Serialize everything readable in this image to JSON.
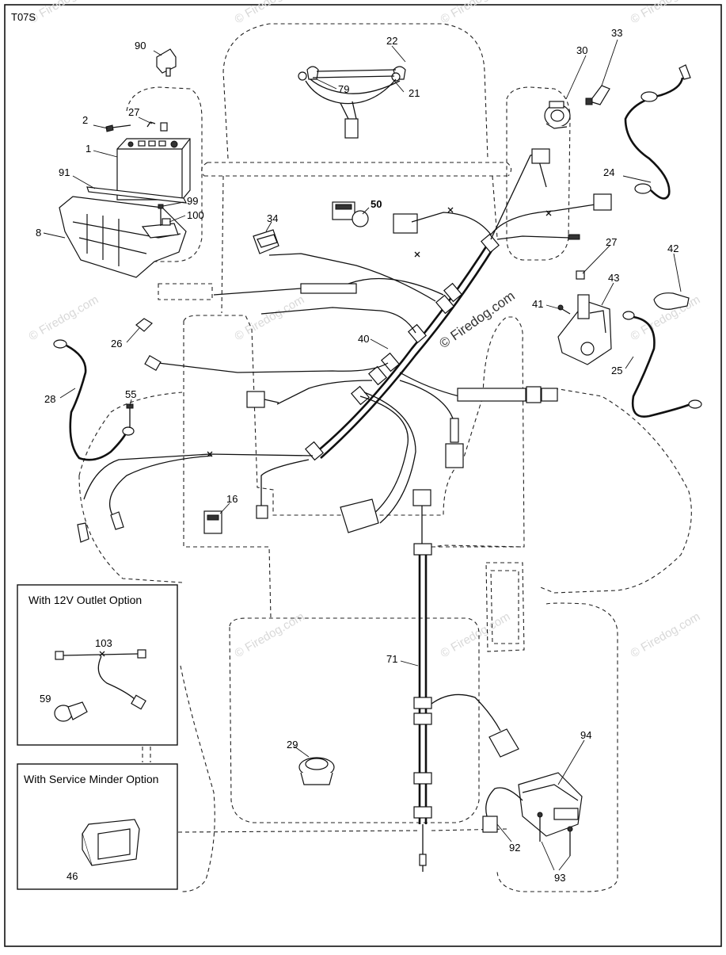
{
  "diagram_code": "T07S",
  "callouts": [
    {
      "id": "c90",
      "label": "90"
    },
    {
      "id": "c22",
      "label": "22"
    },
    {
      "id": "c30",
      "label": "30"
    },
    {
      "id": "c33",
      "label": "33"
    },
    {
      "id": "c27a",
      "label": "27"
    },
    {
      "id": "c2",
      "label": "2"
    },
    {
      "id": "c79",
      "label": "79"
    },
    {
      "id": "c21",
      "label": "21"
    },
    {
      "id": "c1",
      "label": "1"
    },
    {
      "id": "c91",
      "label": "91"
    },
    {
      "id": "c24",
      "label": "24"
    },
    {
      "id": "c99",
      "label": "99"
    },
    {
      "id": "c100",
      "label": "100"
    },
    {
      "id": "c50",
      "label": "50"
    },
    {
      "id": "c34",
      "label": "34"
    },
    {
      "id": "c8",
      "label": "8"
    },
    {
      "id": "c27b",
      "label": "27"
    },
    {
      "id": "c42",
      "label": "42"
    },
    {
      "id": "c43",
      "label": "43"
    },
    {
      "id": "c41",
      "label": "41"
    },
    {
      "id": "c26",
      "label": "26"
    },
    {
      "id": "c40",
      "label": "40"
    },
    {
      "id": "c25",
      "label": "25"
    },
    {
      "id": "c28",
      "label": "28"
    },
    {
      "id": "c55",
      "label": "55"
    },
    {
      "id": "c16",
      "label": "16"
    },
    {
      "id": "c103",
      "label": "103"
    },
    {
      "id": "c71",
      "label": "71"
    },
    {
      "id": "c59",
      "label": "59"
    },
    {
      "id": "c94",
      "label": "94"
    },
    {
      "id": "c29",
      "label": "29"
    },
    {
      "id": "c92",
      "label": "92"
    },
    {
      "id": "c46",
      "label": "46"
    },
    {
      "id": "c93",
      "label": "93"
    }
  ],
  "insets": {
    "outlet": {
      "title": "With 12V Outlet Option"
    },
    "minder": {
      "title": "With Service Minder Option"
    }
  },
  "watermark": {
    "text": "© Firedog.com"
  }
}
